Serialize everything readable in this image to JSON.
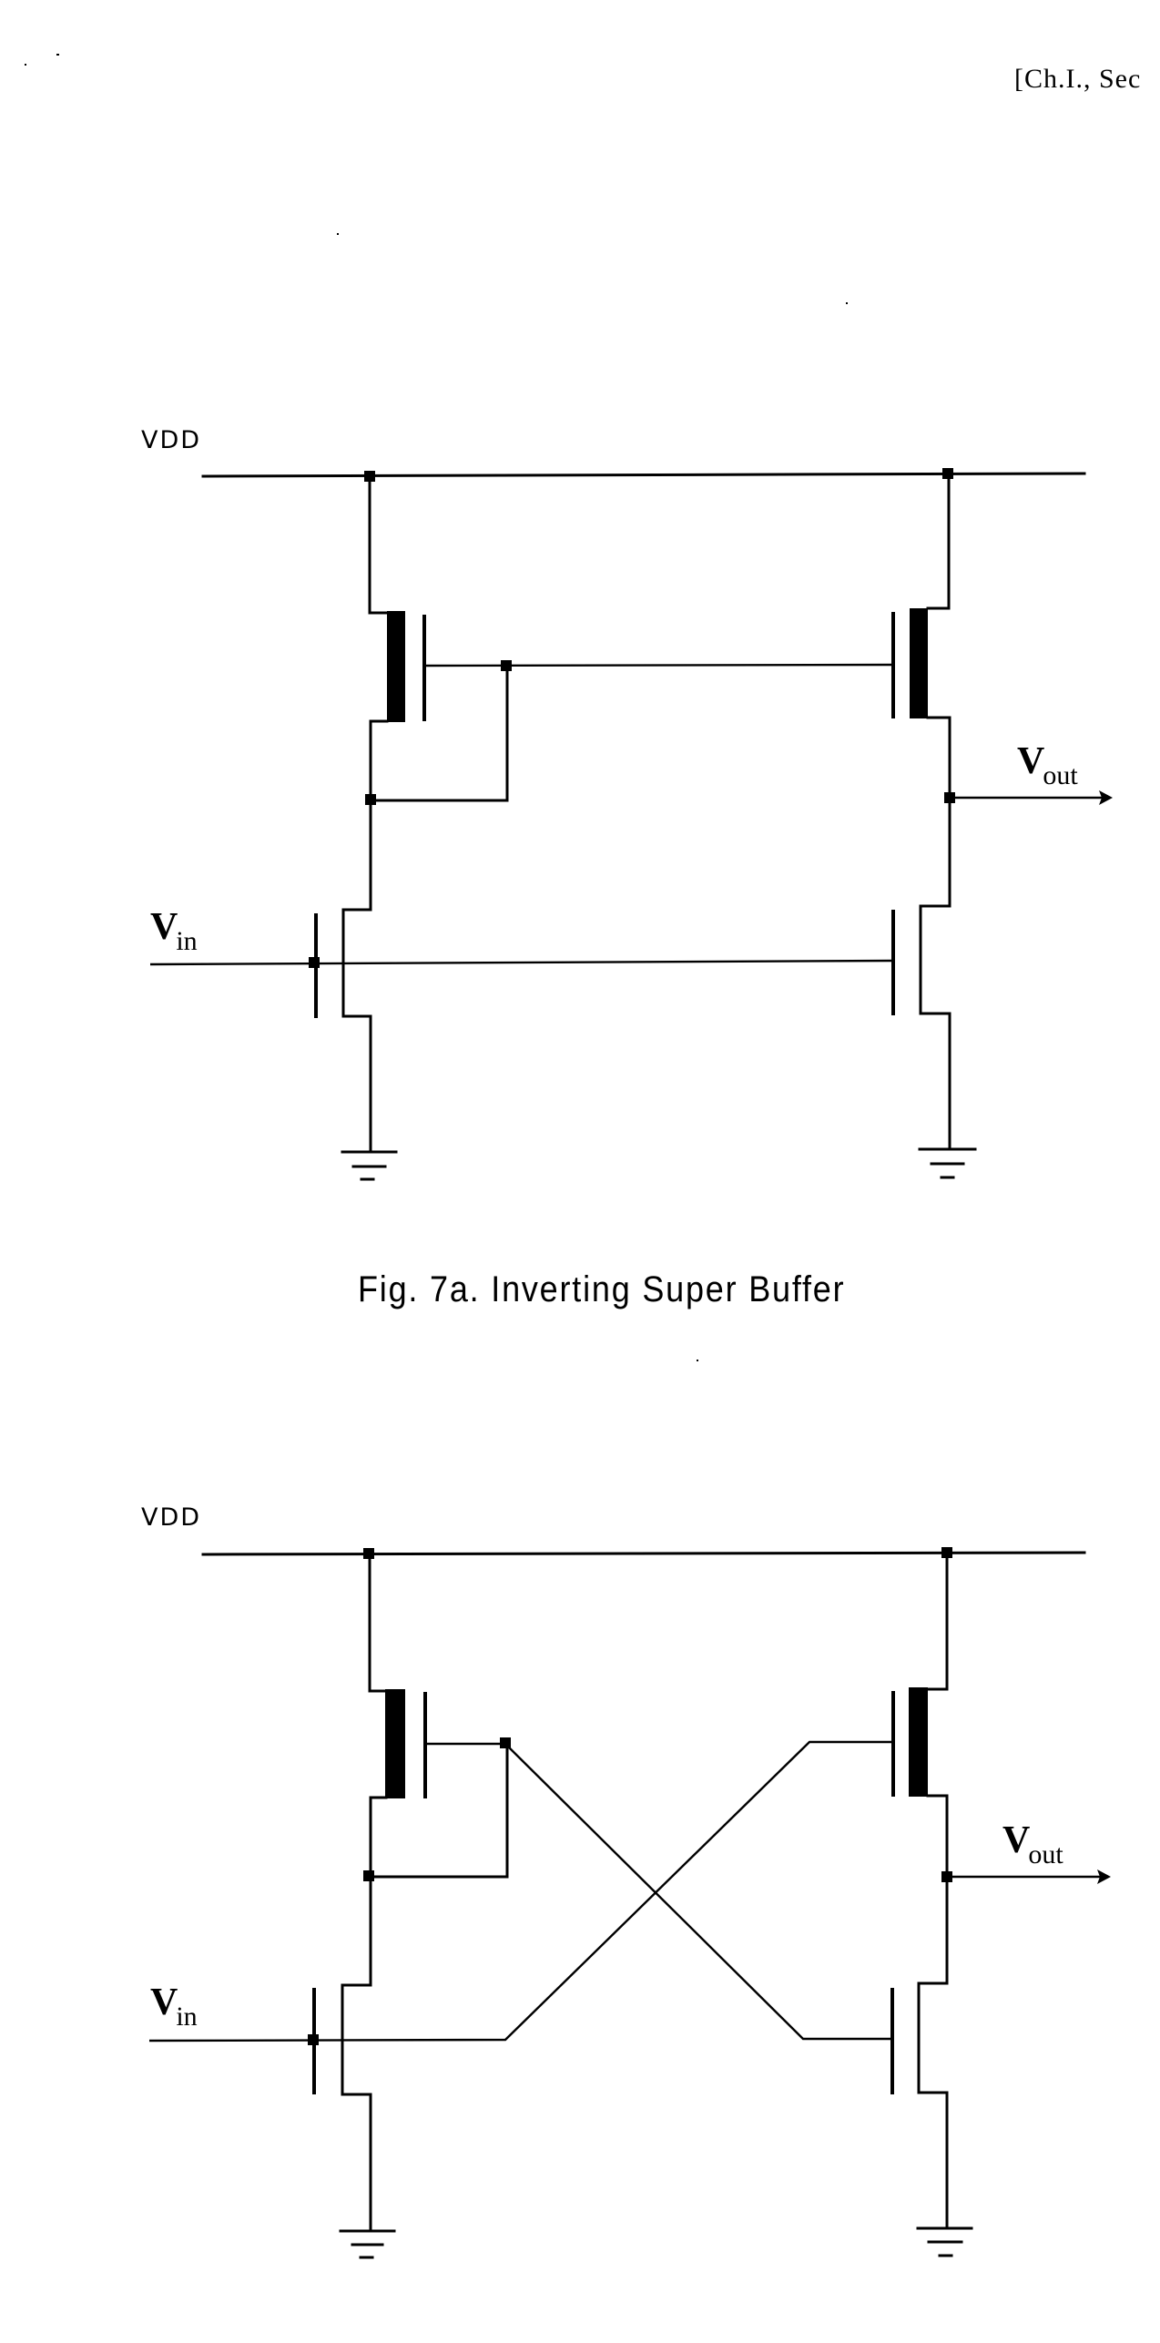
{
  "page": {
    "running_header": "[Ch.I., Sec"
  },
  "figures": [
    {
      "id": "fig-7a",
      "supply_label": "VDD",
      "input_label": {
        "main": "V",
        "sub": "in"
      },
      "output_label": {
        "main": "V",
        "sub": "out"
      },
      "caption": "Fig. 7a.  Inverting Super Buffer",
      "topology": "parallel-gates"
    },
    {
      "id": "fig-7b",
      "supply_label": "VDD",
      "input_label": {
        "main": "V",
        "sub": "in"
      },
      "output_label": {
        "main": "V",
        "sub": "out"
      },
      "caption": "",
      "topology": "cross-coupled-gates"
    }
  ]
}
